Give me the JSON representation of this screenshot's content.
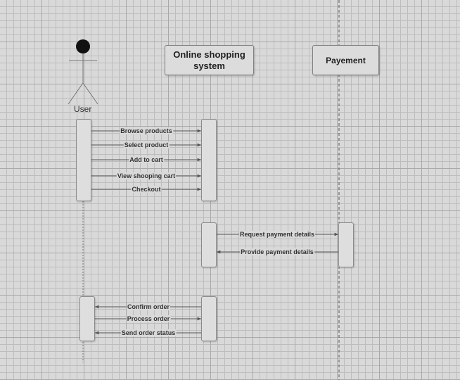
{
  "actor": {
    "label": "User"
  },
  "lifelines": {
    "shop": {
      "label": "Online shopping system"
    },
    "payment": {
      "label": "Payement"
    }
  },
  "messages": [
    "Browse products",
    "Select product",
    "Add to cart",
    "View shooping cart",
    "Checkout",
    "Request payment details",
    "Provide payment details",
    "Confirm order",
    "Process order",
    "Send order status"
  ],
  "colors": {
    "background": "#d9d9d9",
    "line": "#555555",
    "box": "#dcdcdc"
  }
}
